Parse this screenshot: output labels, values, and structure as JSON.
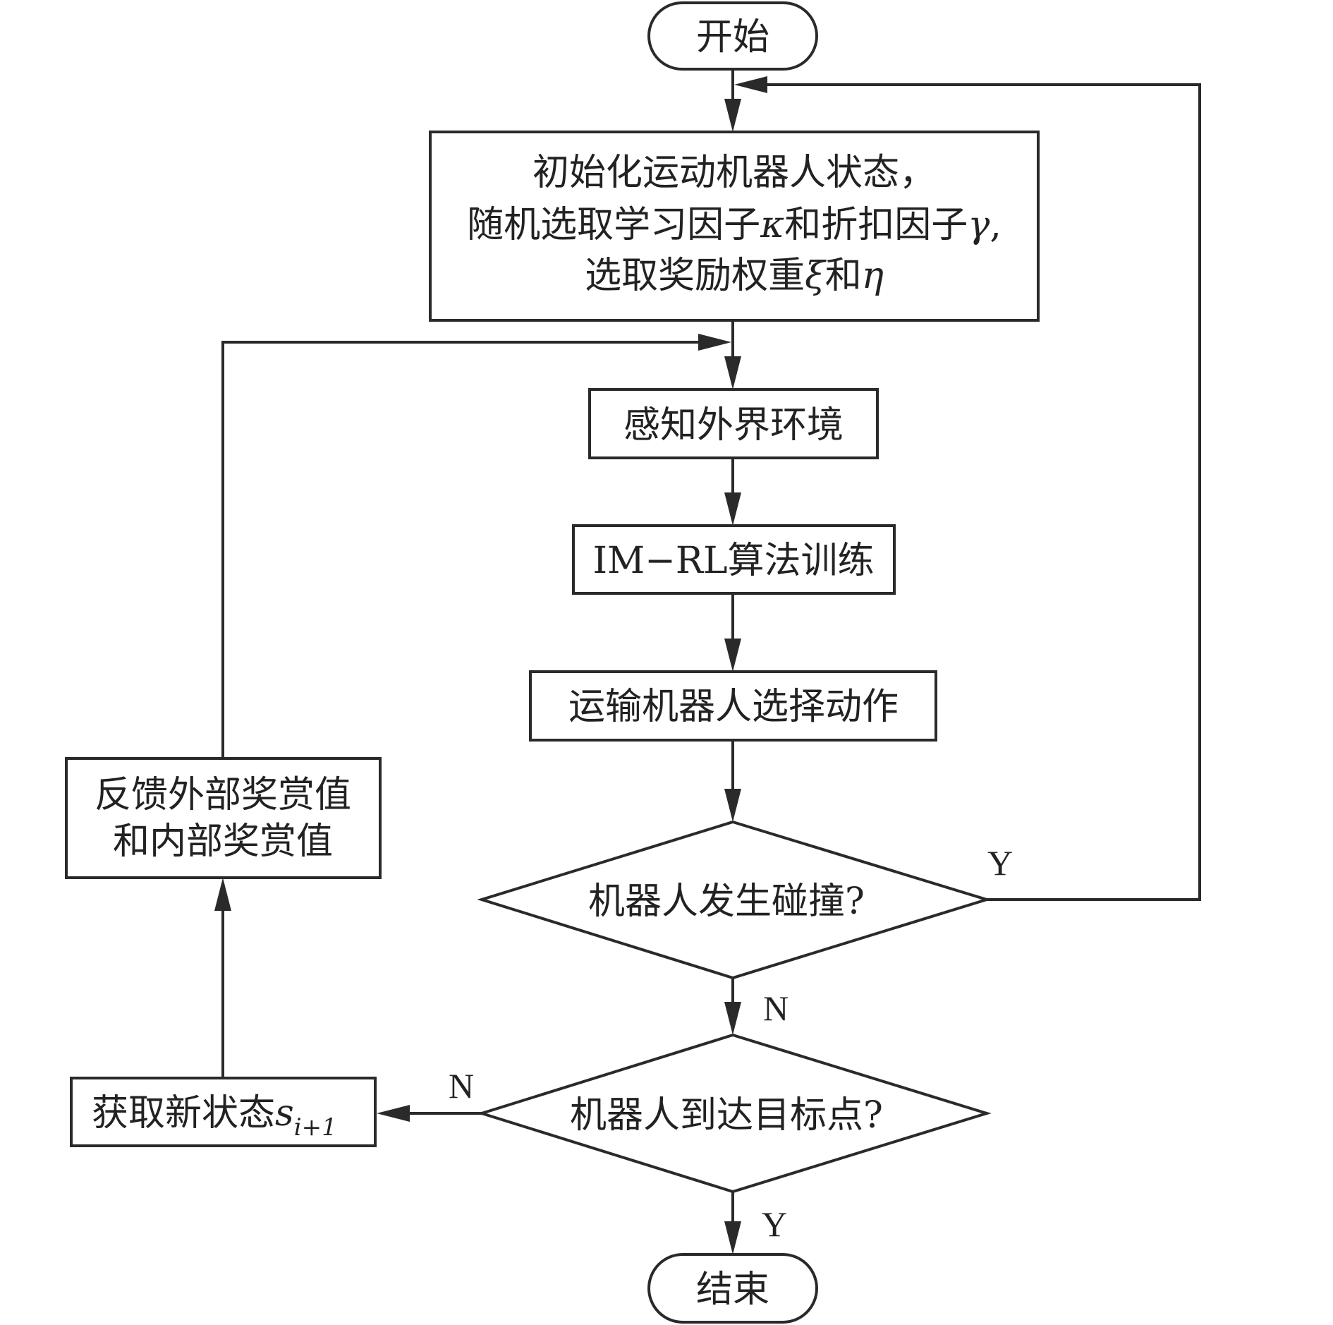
{
  "diagram": {
    "type": "flowchart",
    "colors": {
      "stroke": "#2a2a2a",
      "text": "#222222",
      "background": "#ffffff"
    },
    "nodes": {
      "start": {
        "label": "开始"
      },
      "init": {
        "line1": "初始化运动机器人状态，",
        "line2_a": "随机选取学习因子",
        "line2_kappa": "κ",
        "line2_b": "和折扣因子",
        "line2_gamma": "γ",
        "line2_c": ",",
        "line3_a": "选取奖励权重",
        "line3_xi": "ξ",
        "line3_b": "和",
        "line3_eta": "η"
      },
      "perceive": {
        "label": "感知外界环境"
      },
      "train": {
        "label": "IM−RL算法训练"
      },
      "select_action": {
        "label": "运输机器人选择动作"
      },
      "collision": {
        "label": "机器人发生碰撞?"
      },
      "reach_goal": {
        "label": "机器人到达目标点?"
      },
      "new_state": {
        "label": "获取新状态",
        "symbol": "s",
        "subscript": "i+1"
      },
      "feedback": {
        "line1": "反馈外部奖赏值",
        "line2": "和内部奖赏值"
      },
      "end": {
        "label": "结束"
      }
    },
    "edge_labels": {
      "collision_yes": "Y",
      "collision_no": "N",
      "goal_no": "N",
      "goal_yes": "Y"
    }
  }
}
